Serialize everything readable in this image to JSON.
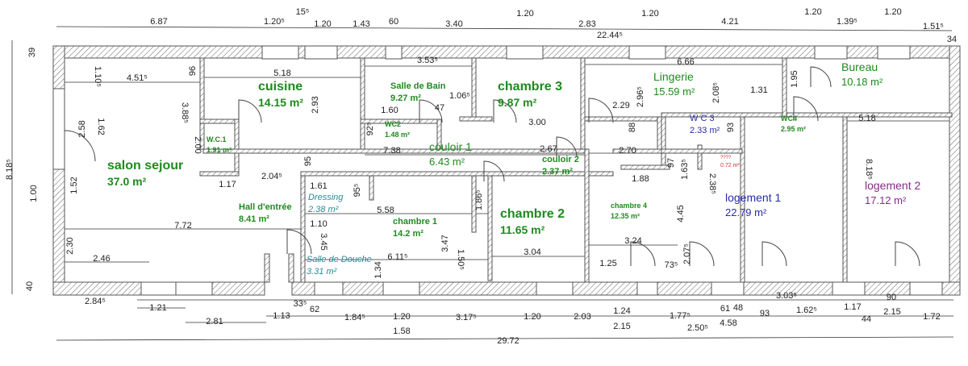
{
  "colors": {
    "green": "#1f8a1f",
    "blue": "#2a2ab0",
    "purple": "#8a2a8a",
    "teal": "#2a8a9a",
    "red": "#d03030",
    "wall": "#555555"
  },
  "rooms": [
    {
      "name": "salon sejour",
      "area": "37.0 m²",
      "color": "green",
      "size": "big"
    },
    {
      "name": "cuisine",
      "area": "14.15 m²",
      "color": "green",
      "size": "big"
    },
    {
      "name": "Salle de Bain",
      "area": "9.27 m²",
      "color": "green",
      "size": "small"
    },
    {
      "name": "chambre 3",
      "area": "9.87 m²",
      "color": "green",
      "size": "big"
    },
    {
      "name": "Lingerie",
      "area": "15.59 m²",
      "color": "green",
      "size": "medium"
    },
    {
      "name": "Bureau",
      "area": "10.18 m²",
      "color": "green",
      "size": "medium"
    },
    {
      "name": "W.C.1",
      "area": "1.91 m²",
      "color": "green",
      "size": "tiny"
    },
    {
      "name": "WC2",
      "area": "1.48 m²",
      "color": "green",
      "size": "tiny"
    },
    {
      "name": "couloir 1",
      "area": "6.43 m²",
      "color": "green",
      "size": "medium"
    },
    {
      "name": "couloir 2",
      "area": "2.37 m²",
      "color": "green",
      "size": "small"
    },
    {
      "name": "W C 3",
      "area": "2.33 m²",
      "color": "blue",
      "size": "small"
    },
    {
      "name": "WC4",
      "area": "2.95 m²",
      "color": "green",
      "size": "tiny"
    },
    {
      "name": "????",
      "area": "0.72 m²",
      "color": "red",
      "size": "micro"
    },
    {
      "name": "Hall d'entrée",
      "area": "8.41 m²",
      "color": "green",
      "size": "small"
    },
    {
      "name": "Dressing",
      "area": "2.38 m²",
      "color": "teal",
      "size": "small"
    },
    {
      "name": "chambre 1",
      "area": "14.2 m²",
      "color": "green",
      "size": "small"
    },
    {
      "name": "chambre 2",
      "area": "11.65 m²",
      "color": "green",
      "size": "big"
    },
    {
      "name": "chambre 4",
      "area": "12.35 m²",
      "color": "green",
      "size": "tiny"
    },
    {
      "name": "logement 1",
      "area": "22.79 m²",
      "color": "blue",
      "size": "medium"
    },
    {
      "name": "logement 2",
      "area": "17.12 m²",
      "color": "purple",
      "size": "medium"
    },
    {
      "name": "Salle de Douche",
      "area": "3.31 m²",
      "color": "teal",
      "size": "small"
    }
  ],
  "dimensions": [
    "6.87",
    "1.20⁵",
    "15⁵",
    "1.20",
    "1.43",
    "60",
    "3.40",
    "1.20",
    "2.83",
    "1.20",
    "22.44⁵",
    "4.21",
    "1.20",
    "1.39⁵",
    "1.20",
    "1.51⁵",
    "34",
    "39",
    "1.10⁵",
    "4.51⁵",
    "96",
    "5.18",
    "3.53⁵",
    "6.66",
    "2.08⁵",
    "2.96⁵",
    "1.95",
    "1.31",
    "3.88⁵",
    "2.93",
    "1.60",
    "47",
    "1.06⁵",
    "2.29",
    "88",
    "93",
    "5.18",
    "3.00",
    "2.58",
    "1.62",
    "2.00",
    "92⁵",
    "7.38",
    "95",
    "2.67",
    "2.70",
    "97",
    "1.63⁵",
    "8.18⁵",
    "8.18⁵",
    "2.04⁵",
    "1.17",
    "1.61",
    "95⁵",
    "2.38⁵",
    "1.88",
    "1.52",
    "1.00",
    "1.86⁵",
    "4.45",
    "5.58",
    "1.10",
    "3.45",
    "7.72",
    "3.47",
    "2.30",
    "3.24",
    "2.46",
    "6.11⁵",
    "1.50⁵",
    "1.34",
    "3.04",
    "2.07⁵",
    "1.25",
    "73⁵",
    "40",
    "2.84⁵",
    "1.21",
    "2.81",
    "1.13",
    "33⁵",
    "62",
    "1.84⁵",
    "1.20",
    "1.58",
    "3.17⁵",
    "1.20",
    "2.03",
    "1.24",
    "2.15",
    "1.77⁵",
    "2.50⁵",
    "61",
    "48",
    "4.58",
    "93",
    "3.03⁵",
    "1.62⁵",
    "1.17",
    "90",
    "44",
    "2.15",
    "1.72",
    "29.72"
  ]
}
